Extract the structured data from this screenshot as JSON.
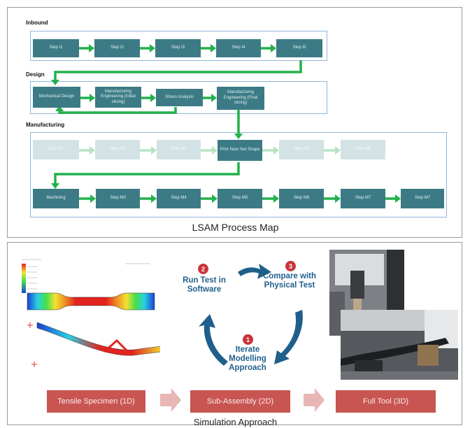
{
  "process_map": {
    "title": "LSAM Process Map",
    "sections": {
      "inbound": "Inbound",
      "design": "Design",
      "manufacturing": "Manufacturing"
    },
    "inbound_steps": [
      "Step I1",
      "Step I2",
      "Step I3",
      "Step I4",
      "Step I5"
    ],
    "design_steps": [
      "Mechanical Design",
      "Manufacturing Engineering (Initial slicing)",
      "Stress Analysis",
      "Manufacturing Engineering (Final slicing)"
    ],
    "mfg_row1": [
      "Step M1",
      "Step M2",
      "Step M3",
      "Print Near Net Shape",
      "Step M5",
      "Step M6"
    ],
    "mfg_row2": [
      "Machining",
      "Step M3",
      "Step M4",
      "Step M5",
      "Step M6",
      "Step M7",
      "Step M7"
    ],
    "colors": {
      "box": "#3c7b85",
      "box_faded": "#d3e3e5",
      "arrow": "#22b14c",
      "frame": "#8fb7d9"
    }
  },
  "simulation": {
    "title": "Simulation Approach",
    "cycle": {
      "step1": {
        "num": "1",
        "label": "Iterate Modelling Approach"
      },
      "step2": {
        "num": "2",
        "label": "Run Test in Software"
      },
      "step3": {
        "num": "3",
        "label": "Compare with Physical Test"
      }
    },
    "stages": [
      "Tensile Specimen (1D)",
      "Sub-Assembly (2D)",
      "Full Tool (3D)"
    ],
    "colors": {
      "stage": "#c85552",
      "cycle_arrow": "#1f5f8c",
      "badge": "#c9343c",
      "stage_arrow": "#e8b7b4"
    }
  }
}
